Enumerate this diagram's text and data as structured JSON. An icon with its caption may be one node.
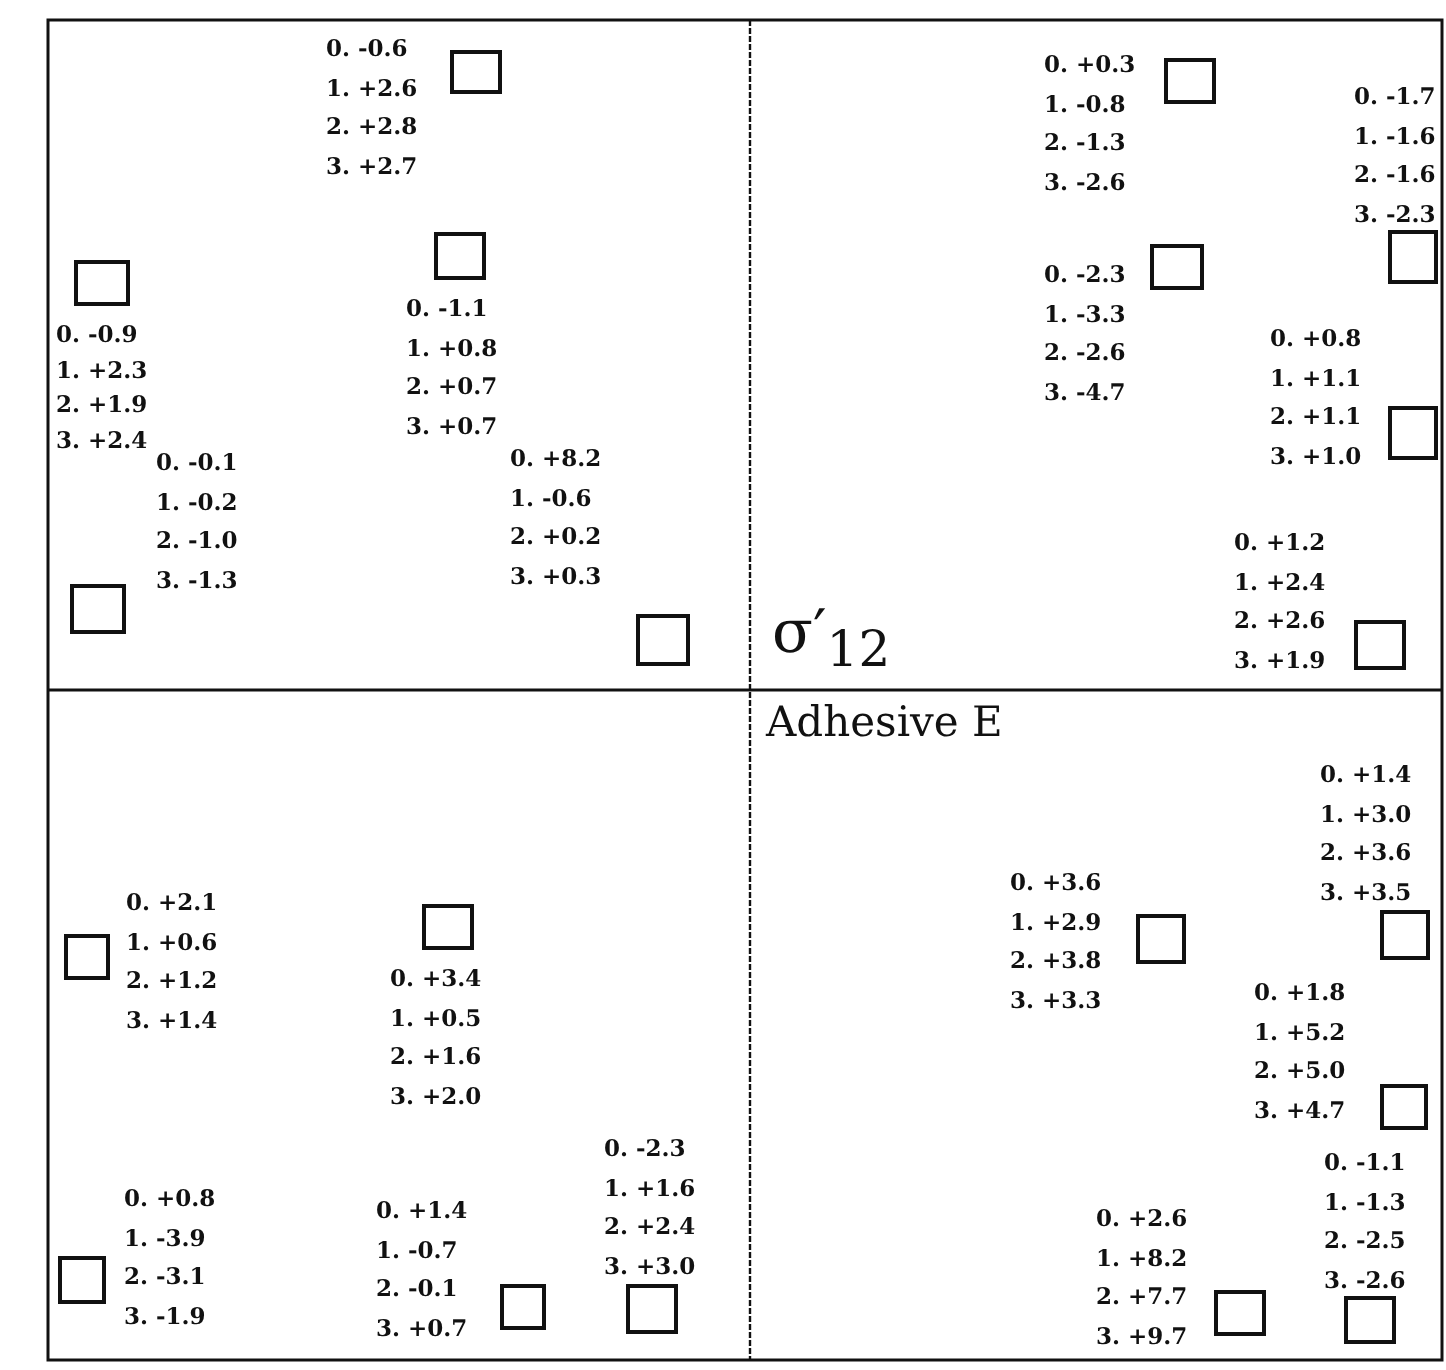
{
  "diagram": {
    "nodes": [
      {
        "text": [],
        "shape": "box",
        "beside": [
          "0. -0.6",
          "1. +2.6",
          "2. +2.8",
          "3. +2.7"
        ]
      },
      {
        "text": [],
        "shape": "box",
        "beside": [
          "0. -0.9",
          "1. +2.3",
          "2. +1.9",
          "3. +2.4"
        ]
      },
      {
        "text": [],
        "shape": "box",
        "beside": [
          "0. -1.1",
          "1. +0.8",
          "2. +0.7",
          "3. +0.7"
        ]
      },
      {
        "text": [],
        "shape": "box",
        "beside": [
          "0. -0.1",
          "1. -0.2",
          "2. -1.0",
          "3. -1.3"
        ]
      },
      {
        "text": [],
        "shape": "box",
        "beside": [
          "0. +8.2",
          "1. -0.6",
          "2. +0.2",
          "3. +0.3"
        ]
      },
      {
        "text": [],
        "shape": "box",
        "beside": [
          "0. +0.3",
          "1. -0.8",
          "2. -1.3",
          "3. -2.6"
        ]
      },
      {
        "text": [],
        "shape": "box",
        "beside": [
          "0. -1.7",
          "1. -1.6",
          "2. -1.6",
          "3. -2.3"
        ]
      },
      {
        "text": [],
        "shape": "box",
        "beside": [
          "0. -2.3",
          "1. -3.3",
          "2. -2.6",
          "3. -4.7"
        ]
      },
      {
        "text": [],
        "shape": "box",
        "beside": [
          "0. +0.8",
          "1. +1.1",
          "2. +1.1",
          "3. +1.0"
        ]
      },
      {
        "text": [],
        "shape": "box",
        "beside": [
          "0. +1.2",
          "1. +2.4",
          "2. +2.6",
          "3. +1.9"
        ]
      },
      {
        "text": [],
        "shape": "box",
        "beside": [
          "0. +2.1",
          "1. +0.6",
          "2. +1.2",
          "3. +1.4"
        ]
      },
      {
        "text": [],
        "shape": "box",
        "beside": [
          "0. +3.4",
          "1. +0.5",
          "2. +1.6",
          "3. +2.0"
        ]
      },
      {
        "text": [],
        "shape": "box",
        "beside": [
          "0. -2.3",
          "1. +1.6",
          "2. +2.4",
          "3. +3.0"
        ]
      },
      {
        "text": [],
        "shape": "box",
        "beside": [
          "0. +0.8",
          "1. -3.9",
          "2. -3.1",
          "3. -1.9"
        ]
      },
      {
        "text": [],
        "shape": "box",
        "beside": [
          "0. +1.4",
          "1. -0.7",
          "2. -0.1",
          "3. +0.7"
        ]
      },
      {
        "text": [],
        "shape": "box",
        "beside": [
          "0. +1.4",
          "1. +3.0",
          "2. +3.6",
          "3. +3.5"
        ]
      },
      {
        "text": [],
        "shape": "box",
        "beside": [
          "0. +3.6",
          "1. +2.9",
          "2. +3.8",
          "3. +3.3"
        ]
      },
      {
        "text": [],
        "shape": "box",
        "beside": [
          "0. +1.8",
          "1. +5.2",
          "2. +5.0",
          "3. +4.7"
        ]
      },
      {
        "text": [],
        "shape": "box",
        "beside": [
          "0. -1.1",
          "1. -1.3",
          "2. -2.5",
          "3. -2.6"
        ]
      },
      {
        "text": [],
        "shape": "box",
        "beside": [
          "0. +2.6",
          "1. +8.2",
          "2. +7.7",
          "3. +9.7"
        ]
      }
    ],
    "labels": [
      "σ′$_{12}$",
      "Adhesive E"
    ]
  }
}
